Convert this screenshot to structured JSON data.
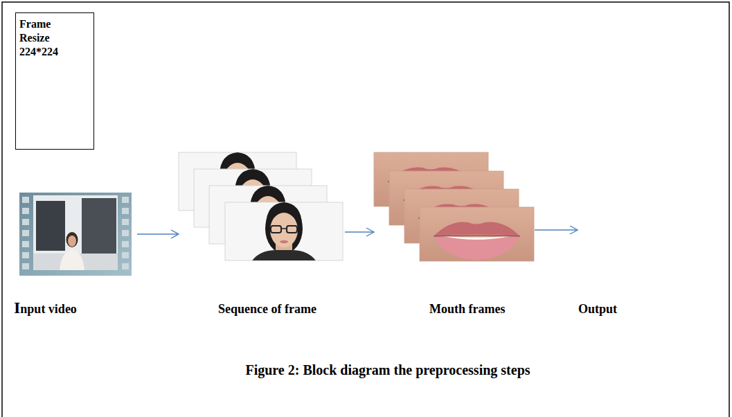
{
  "diagram": {
    "caption": "Figure 2: Block diagram the preprocessing steps",
    "nodes": [
      {
        "text": [
          "Frame Resize 224*224"
        ]
      },
      {
        "text": [
          "Input video"
        ]
      },
      {
        "text": [
          "Sequence of frame"
        ]
      },
      {
        "text": [
          "Mouth frames"
        ]
      },
      {
        "text": [
          "Output"
        ]
      }
    ],
    "edges": [
      {
        "from": 1,
        "to": 2,
        "arrow": "to"
      },
      {
        "from": 2,
        "to": 3,
        "arrow": "to"
      },
      {
        "from": 3,
        "to": 4,
        "arrow": "to"
      }
    ]
  }
}
